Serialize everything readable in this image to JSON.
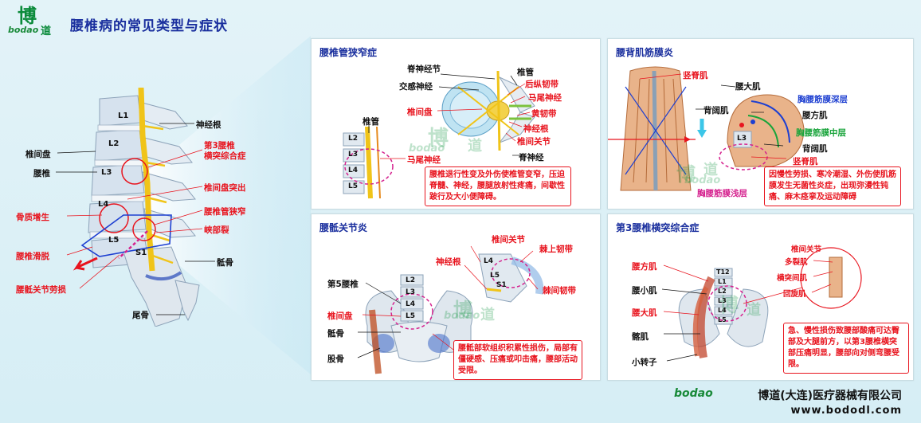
{
  "brand": {
    "cn": "博",
    "cn2": "道",
    "en": "bodao"
  },
  "title": "腰椎病的常见类型与症状",
  "left": {
    "vertebrae": [
      "L1",
      "L2",
      "L3",
      "L4",
      "L5",
      "S1"
    ],
    "labels": {
      "nerve_root": "神经根",
      "disc": "椎间盘",
      "lumbar": "腰椎",
      "osteophyte": "骨质增生",
      "spondylolisthesis": "腰椎滑脱",
      "si_strain": "腰骶关节劳损",
      "l3_syndrome": "第3腰椎\n横突综合症",
      "disc_herniation": "椎间盘突出",
      "stenosis": "腰椎管狭窄",
      "isthmus": "峡部裂",
      "sacrum": "骶骨",
      "coccyx": "尾骨"
    }
  },
  "panel1": {
    "title": "腰椎管狭窄症",
    "labels": {
      "spinal_ganglion": "脊神经节",
      "sympathetic": "交感神经",
      "canal": "椎管",
      "canal2": "椎管",
      "pll": "后纵韧带",
      "cauda": "马尾神经",
      "disc": "椎间盘",
      "flavum": "黄韧带",
      "root": "神经根",
      "facet": "椎间关节",
      "spinal_nerve": "脊神经",
      "cauda2": "马尾神经"
    },
    "levels": [
      "L2",
      "L3",
      "L4",
      "L5"
    ],
    "desc": "腰椎退行性变及外伤使椎管变窄，压迫脊髓、神经，腰腿放射性疼痛，间歇性跛行及大小便障碍。"
  },
  "panel2": {
    "title": "腰背肌筋膜炎",
    "labels": {
      "erector": "竖脊肌",
      "psoas": "腰大肌",
      "deep": "胸腰筋膜深层",
      "latissimus": "背阔肌",
      "ql": "腰方肌",
      "middle": "胸腰筋膜中层",
      "latissimus2": "背阔肌",
      "erector2": "竖脊肌",
      "superficial": "胸腰筋膜浅层",
      "l3": "L3"
    },
    "desc": "因慢性劳损、寒冷潮湿、外伤使肌筋膜发生无菌性炎症，出现弥漫性钝痛、麻木痉挛及运动障碍"
  },
  "panel3": {
    "title": "腰骶关节炎",
    "labels": {
      "facet": "椎间关节",
      "root": "神经根",
      "supra": "棘上韧带",
      "inter": "棘间韧带",
      "l5": "第5腰椎",
      "disc": "椎间盘",
      "sacrum": "骶骨",
      "femur": "股骨"
    },
    "levels": [
      "L2",
      "L3",
      "L4",
      "L5"
    ],
    "side_levels": [
      "L4",
      "L5",
      "S1"
    ],
    "desc": "腰骶部软组织积累性损伤，局部有僵硬感、压痛或叩击痛，腰部活动受限。"
  },
  "panel4": {
    "title": "第3腰椎横突综合症",
    "labels": {
      "ql": "腰方肌",
      "pm": "腰小肌",
      "psoas": "腰大肌",
      "iliacus": "髂肌",
      "trochanter": "小转子",
      "facet": "椎间关节",
      "multifidus": "多裂肌",
      "intertrans": "横突间肌",
      "rotator": "回旋肌"
    },
    "levels": [
      "T12",
      "L1",
      "L2",
      "L3",
      "L4",
      "L5"
    ],
    "desc": "急、慢性损伤致腰部酸痛可达臀部及大腿前方，以第3腰椎横突部压痛明显，腰部向对侧弯腰受限。"
  },
  "footer": {
    "company": "博道(大连)医疗器械有限公司",
    "website": "www.bododl.com"
  },
  "colors": {
    "title": "#1a2f9e",
    "red": "#e8141e",
    "brand_green": "#0a8a3a"
  }
}
